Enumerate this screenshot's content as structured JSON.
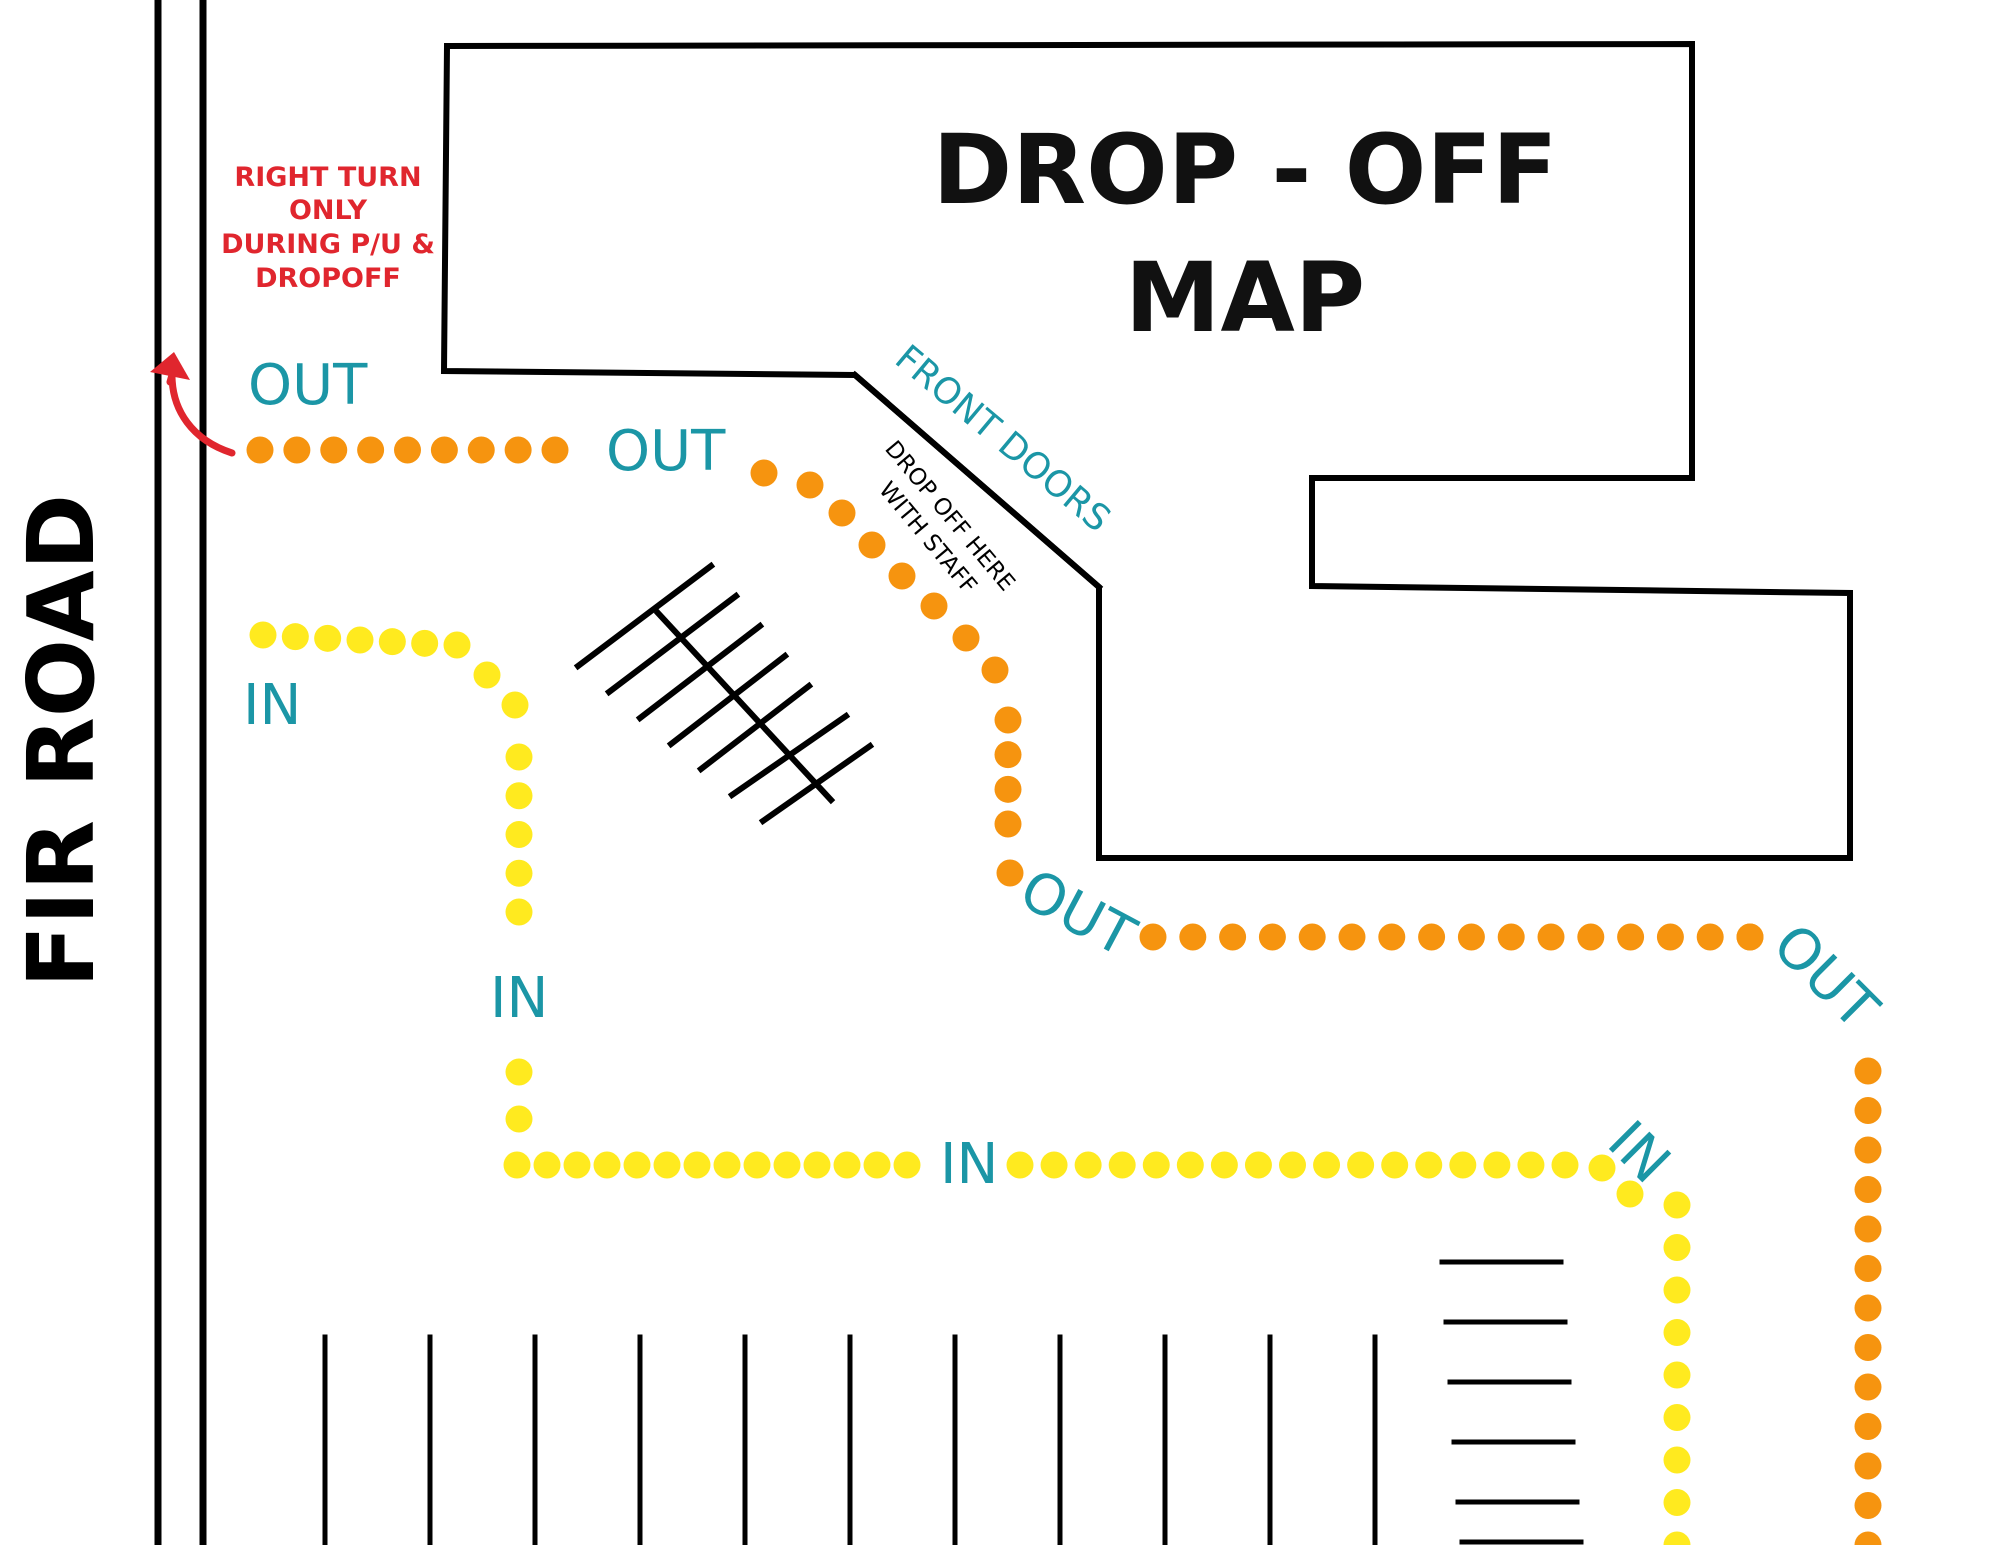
{
  "map": {
    "title_line1": "DROP - OFF",
    "title_line2": "MAP",
    "road_name": "FIR ROAD",
    "turn_notice": [
      "RIGHT TURN",
      "ONLY",
      "DURING P/U &",
      "DROPOFF"
    ],
    "front_doors": "FRONT DOORS",
    "drop_note": [
      "DROP OFF HERE",
      "WITH STAFF"
    ],
    "out_label": "OUT",
    "in_label": "IN"
  },
  "colors": {
    "in_route": "#ffea1f",
    "out_route": "#f6940f",
    "label_teal": "#1b96a6",
    "warning_red": "#e0262e"
  },
  "icons": {
    "turn_arrow": "curved-arrow-up-icon"
  }
}
